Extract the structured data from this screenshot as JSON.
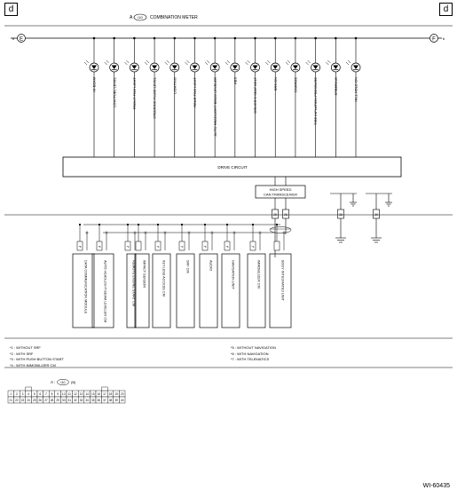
{
  "page_id": "d",
  "header": {
    "connector": "i10",
    "title": "COMBINATION METER"
  },
  "bus": {
    "left": "E",
    "right": "F"
  },
  "indicators": [
    "HI-BEAM",
    "LOW FUEL LEVEL",
    "FRONT FOG LIGHT",
    "STEERING FLUID LEVEL",
    "LIGHTING",
    "REAR FOG LIGHT",
    "AUTO HEADLIGHT BEAM LEVELER",
    "ABS",
    "DRIVER'S SEAT BELT",
    "SRS ON",
    "CHARGE",
    "TIRE INFLATION PRESSURE",
    "STEERING",
    "HILL HOLD ON"
  ],
  "drive_circuit": "DRIVE CIRCUIT",
  "transceiver": [
    "HIGH SPEED",
    "CAN TRANSCEIVER"
  ],
  "transceiver_pins": [
    "25",
    "26"
  ],
  "ground_pins": [
    "38",
    "39"
  ],
  "modules": [
    {
      "label": "DATA COMMUNICATION MODULE",
      "note": "*5"
    },
    {
      "label": "AUTO HEADLIGHT BEAM LEVELER CM",
      "note": "*6"
    },
    {
      "label": "REMOTE ENGINE START CM",
      "note": "*3"
    },
    {
      "label": "IMPACT SENSOR",
      "note": ""
    },
    {
      "label": "KEYLESS ACCESS CM",
      "note": "*4"
    },
    {
      "label": "SRF CM",
      "note": "*2"
    },
    {
      "label": "AUDIO",
      "note": "*5"
    },
    {
      "label": "NAVIGATION UNIT",
      "note": "*6"
    },
    {
      "label": "IMMOBILIZER CM",
      "note": "*4"
    },
    {
      "label": "BODY INTEGRATED UNIT",
      "note": ""
    }
  ],
  "notes_left": [
    "*1 : WITHOUT SRF",
    "*2 : WITH SRF",
    "*3 : WITH PUSH BUTTON START",
    "*4 : WITH IMMOBILIZER CM"
  ],
  "notes_right": [
    "*5 : WITHOUT NAVIGATION",
    "*6 : WITH NAVIGATION",
    "*7 : WITH TELEMATICS"
  ],
  "connector_view": {
    "ref": "A",
    "name": "i10",
    "suffix": "(B)",
    "row1": [
      "1",
      "2",
      "3",
      "4",
      "5",
      "6",
      "7",
      "8",
      "9",
      "10",
      "11",
      "12",
      "13",
      "14",
      "15",
      "16",
      "17",
      "18",
      "19",
      "20"
    ],
    "row2": [
      "21",
      "22",
      "23",
      "24",
      "25",
      "26",
      "27",
      "28",
      "29",
      "30",
      "31",
      "32",
      "33",
      "34",
      "35",
      "36",
      "37",
      "38",
      "39",
      "40"
    ]
  },
  "figure_id": "WI-60435"
}
